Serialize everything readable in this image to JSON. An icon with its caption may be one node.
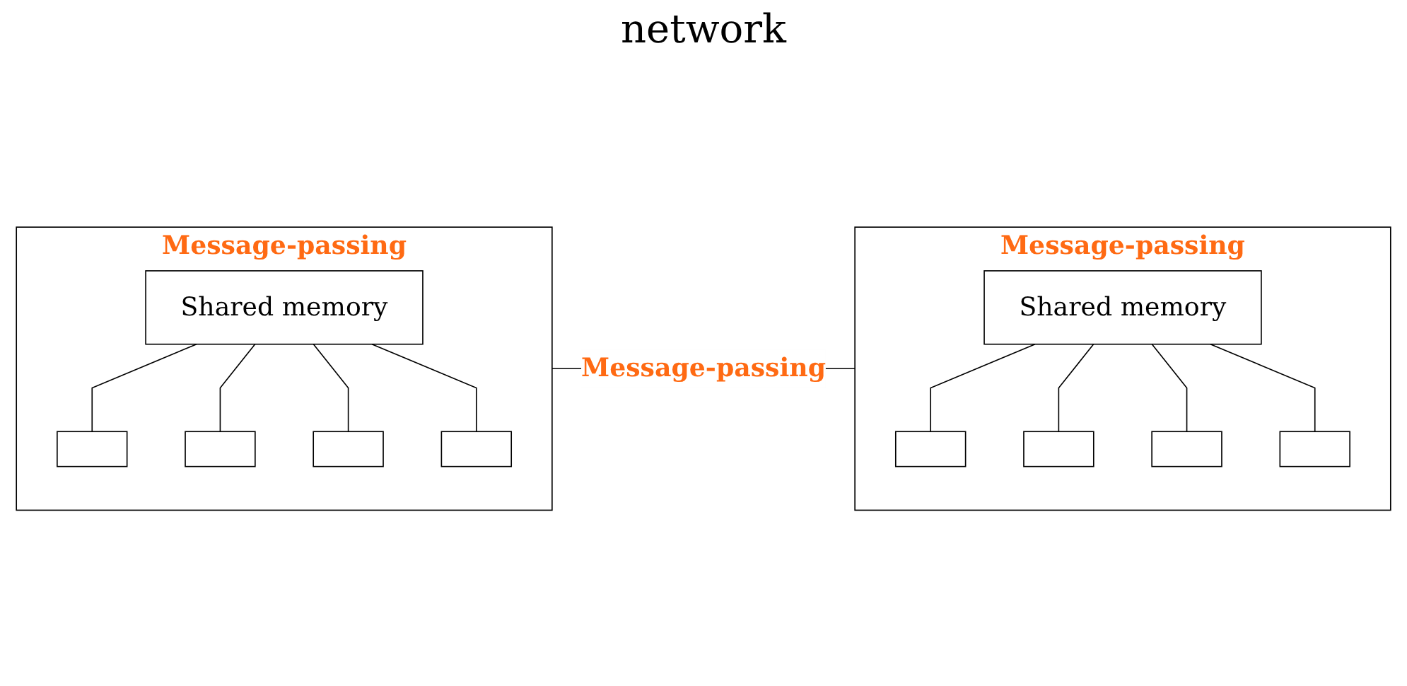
{
  "diagram": {
    "nodes": [
      {
        "text": [
          "Message-passing"
        ]
      },
      {
        "text": [
          "Shared memory"
        ],
        "in": 0
      },
      {
        "text": [],
        "shape": "box",
        "in": 0
      },
      {
        "text": [],
        "shape": "box",
        "in": 0
      },
      {
        "text": [],
        "shape": "box",
        "in": 0
      },
      {
        "text": [],
        "shape": "box",
        "in": 0
      },
      {
        "text": [
          "Message-passing"
        ]
      },
      {
        "text": [
          "Shared memory"
        ],
        "in": 6
      },
      {
        "text": [],
        "shape": "box",
        "in": 6
      },
      {
        "text": [],
        "shape": "box",
        "in": 6
      },
      {
        "text": [],
        "shape": "box",
        "in": 6
      },
      {
        "text": [],
        "shape": "box",
        "in": 6
      }
    ],
    "edges": [
      {
        "from": 0,
        "to": 6,
        "arrow": "none",
        "label": "Message-passing"
      },
      {
        "from": 1,
        "to": 2,
        "arrow": "none"
      },
      {
        "from": 1,
        "to": 3,
        "arrow": "none"
      },
      {
        "from": 1,
        "to": 4,
        "arrow": "none"
      },
      {
        "from": 1,
        "to": 5,
        "arrow": "none"
      },
      {
        "from": 7,
        "to": 8,
        "arrow": "none"
      },
      {
        "from": 7,
        "to": 9,
        "arrow": "none"
      },
      {
        "from": 7,
        "to": 10,
        "arrow": "none"
      },
      {
        "from": 7,
        "to": 11,
        "arrow": "none"
      }
    ],
    "labels": [
      "network"
    ]
  }
}
